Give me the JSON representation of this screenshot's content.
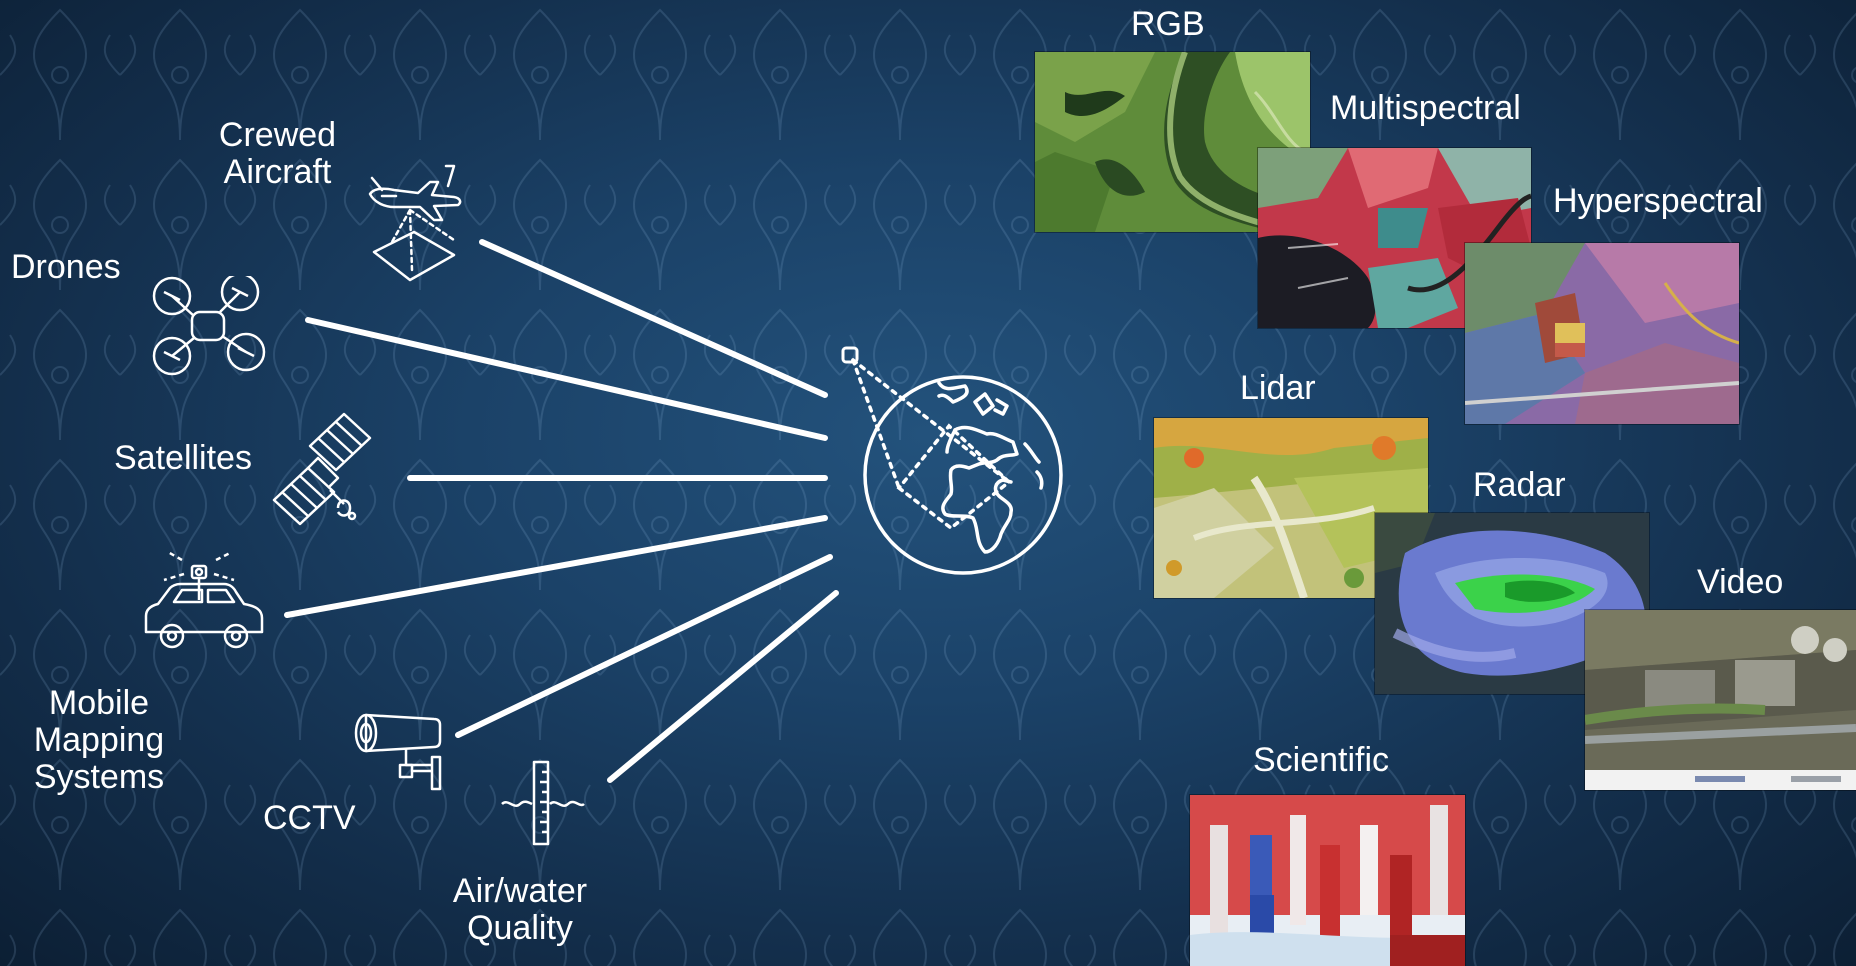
{
  "sources": {
    "crewed_aircraft": {
      "line1": "Crewed",
      "line2": "Aircraft"
    },
    "drones": {
      "label": "Drones"
    },
    "satellites": {
      "label": "Satellites"
    },
    "mobile_mapping": {
      "line1": "Mobile",
      "line2": "Mapping",
      "line3": "Systems"
    },
    "cctv": {
      "label": "CCTV"
    },
    "air_water": {
      "line1": "Air/water",
      "line2": "Quality"
    }
  },
  "data_types": {
    "rgb": "RGB",
    "multispectral": "Multispectral",
    "hyperspectral": "Hyperspectral",
    "lidar": "Lidar",
    "radar": "Radar",
    "video": "Video",
    "scientific": "Scientific"
  },
  "icons": {
    "aircraft": "airplane-with-sensor-footprint-icon",
    "drone": "quadcopter-icon",
    "satellite": "satellite-icon",
    "mobile_mapping": "car-with-sensor-icon",
    "cctv": "security-camera-icon",
    "air_water": "water-gauge-icon",
    "globe": "globe-with-sensor-cone-icon"
  },
  "colors": {
    "background": "#1b4268",
    "foreground": "#ffffff"
  }
}
